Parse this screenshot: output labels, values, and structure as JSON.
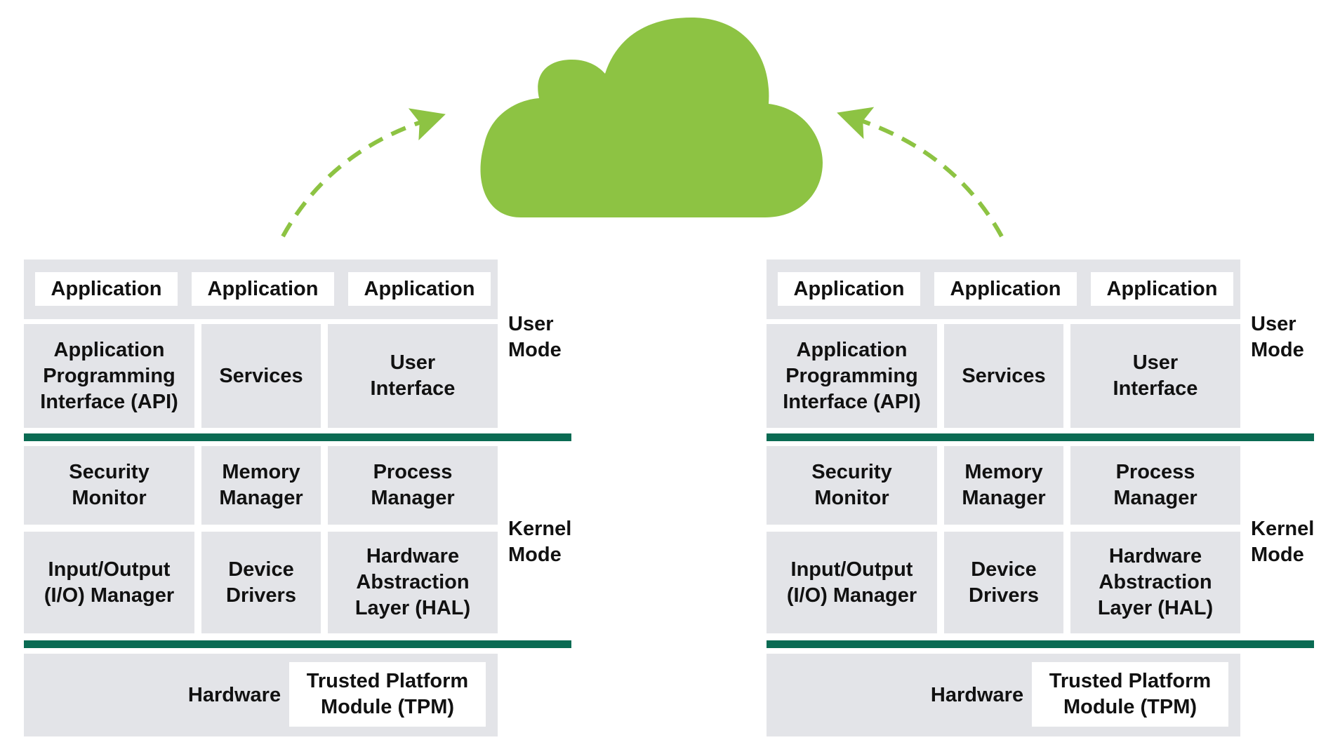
{
  "cloud": {
    "icon": "cloud-icon",
    "color": "#8dc343"
  },
  "arrow_color": "#8dc343",
  "bar_color": "#0a6b53",
  "cell_color": "#e3e4e8",
  "stacks": [
    {
      "apps": [
        "Application",
        "Application",
        "Application"
      ],
      "user_mode_row": [
        "Application\nProgramming\nInterface (API)",
        "Services",
        "User\nInterface"
      ],
      "kernel_row1": [
        "Security\nMonitor",
        "Memory\nManager",
        "Process\nManager"
      ],
      "kernel_row2": [
        "Input/Output\n(I/O) Manager",
        "Device\nDrivers",
        "Hardware\nAbstraction\nLayer (HAL)"
      ],
      "hardware": "Hardware",
      "tpm": "Trusted Platform\nModule (TPM)",
      "user_mode": "User\nMode",
      "kernel_mode": "Kernel\nMode"
    },
    {
      "apps": [
        "Application",
        "Application",
        "Application"
      ],
      "user_mode_row": [
        "Application\nProgramming\nInterface (API)",
        "Services",
        "User\nInterface"
      ],
      "kernel_row1": [
        "Security\nMonitor",
        "Memory\nManager",
        "Process\nManager"
      ],
      "kernel_row2": [
        "Input/Output\n(I/O) Manager",
        "Device\nDrivers",
        "Hardware\nAbstraction\nLayer (HAL)"
      ],
      "hardware": "Hardware",
      "tpm": "Trusted Platform\nModule (TPM)",
      "user_mode": "User\nMode",
      "kernel_mode": "Kernel\nMode"
    }
  ]
}
